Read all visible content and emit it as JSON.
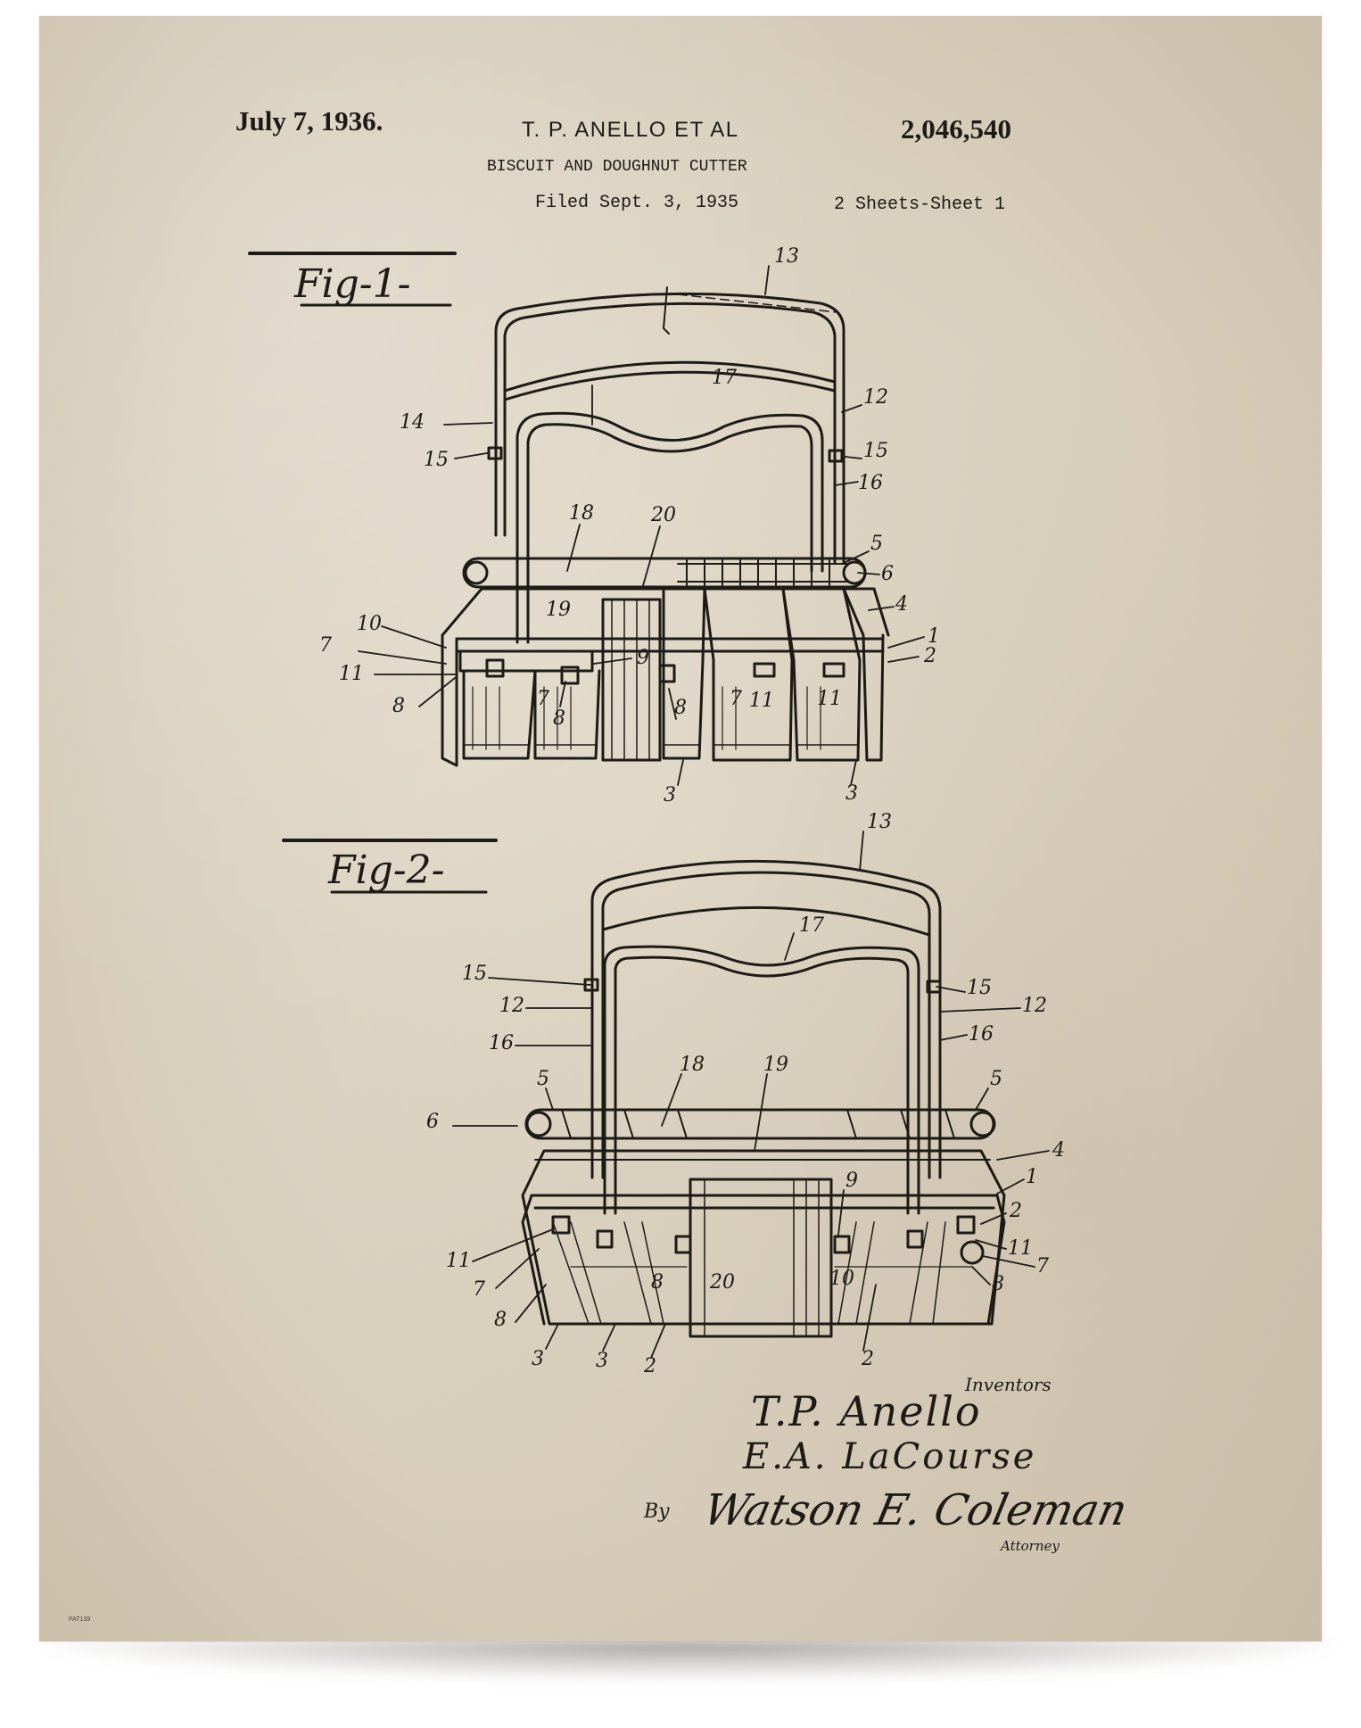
{
  "header": {
    "date": "July 7, 1936.",
    "inventors": "T. P. ANELLO ET AL",
    "patent_number": "2,046,540",
    "title": "BISCUIT AND DOUGHNUT CUTTER",
    "filed": "Filed Sept. 3, 1935",
    "sheets": "2 Sheets-Sheet 1"
  },
  "figures": [
    {
      "label": "Fig-1-",
      "callouts": [
        "13",
        "17",
        "12",
        "14",
        "15",
        "15",
        "16",
        "18",
        "20",
        "5",
        "6",
        "4",
        "1",
        "2",
        "10",
        "19",
        "7",
        "11",
        "9",
        "8",
        "7",
        "8",
        "8",
        "7",
        "11",
        "11",
        "3",
        "3"
      ]
    },
    {
      "label": "Fig-2-",
      "callouts": [
        "13",
        "17",
        "15",
        "15",
        "12",
        "12",
        "16",
        "16",
        "18",
        "19",
        "5",
        "5",
        "6",
        "4",
        "1",
        "9",
        "2",
        "11",
        "11",
        "7",
        "7",
        "8",
        "8",
        "8",
        "20",
        "10",
        "3",
        "3",
        "2",
        "2"
      ]
    }
  ],
  "signatures": {
    "inventors_label": "Inventors",
    "inventor_1": "T.P. Anello",
    "inventor_2": "E.A. LaCourse",
    "by": "By",
    "attorney_name": "Watson E. Coleman",
    "attorney_label": "Attorney"
  },
  "print_code": "PAT139"
}
